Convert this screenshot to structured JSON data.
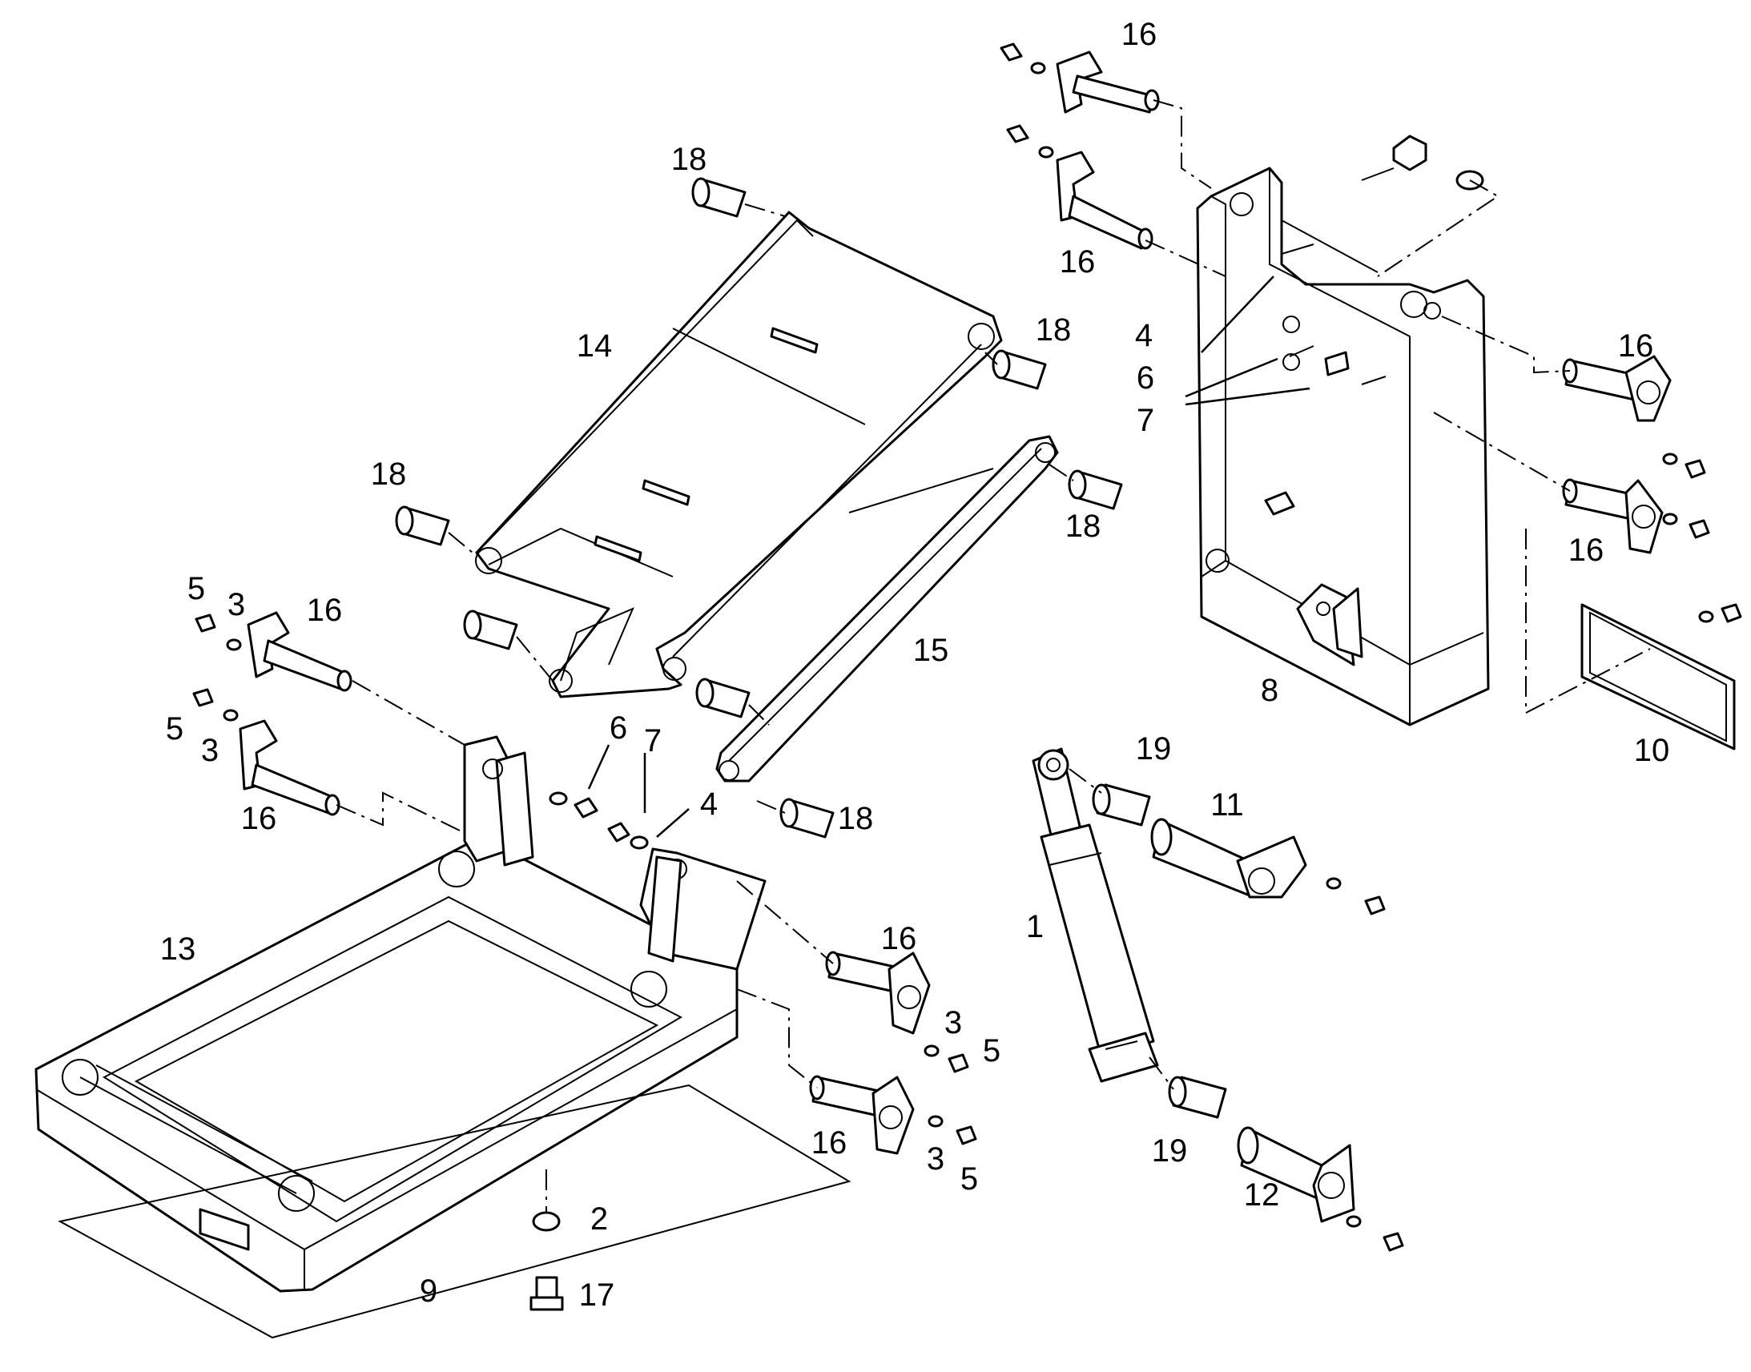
{
  "labels": {
    "l16a": "16",
    "l16b": "16",
    "l16c": "16",
    "l16d": "16",
    "l16e": "16",
    "l16f": "16",
    "l16g": "16",
    "l16h": "16",
    "l18a": "18",
    "l18b": "18",
    "l18c": "18",
    "l18d": "18",
    "l18e": "18",
    "l14": "14",
    "l15": "15",
    "l13": "13",
    "l8": "8",
    "l10": "10",
    "l9": "9",
    "l4a": "4",
    "l6a": "6",
    "l7a": "7",
    "l4b": "4",
    "l6b": "6",
    "l7b": "7",
    "l5a": "5",
    "l3a": "3",
    "l5b": "5",
    "l3b": "3",
    "l3c": "3",
    "l5c": "5",
    "l3d": "3",
    "l5d": "5",
    "l19a": "19",
    "l19b": "19",
    "l11": "11",
    "l12": "12",
    "l1": "1",
    "l2": "2",
    "l17": "17"
  }
}
